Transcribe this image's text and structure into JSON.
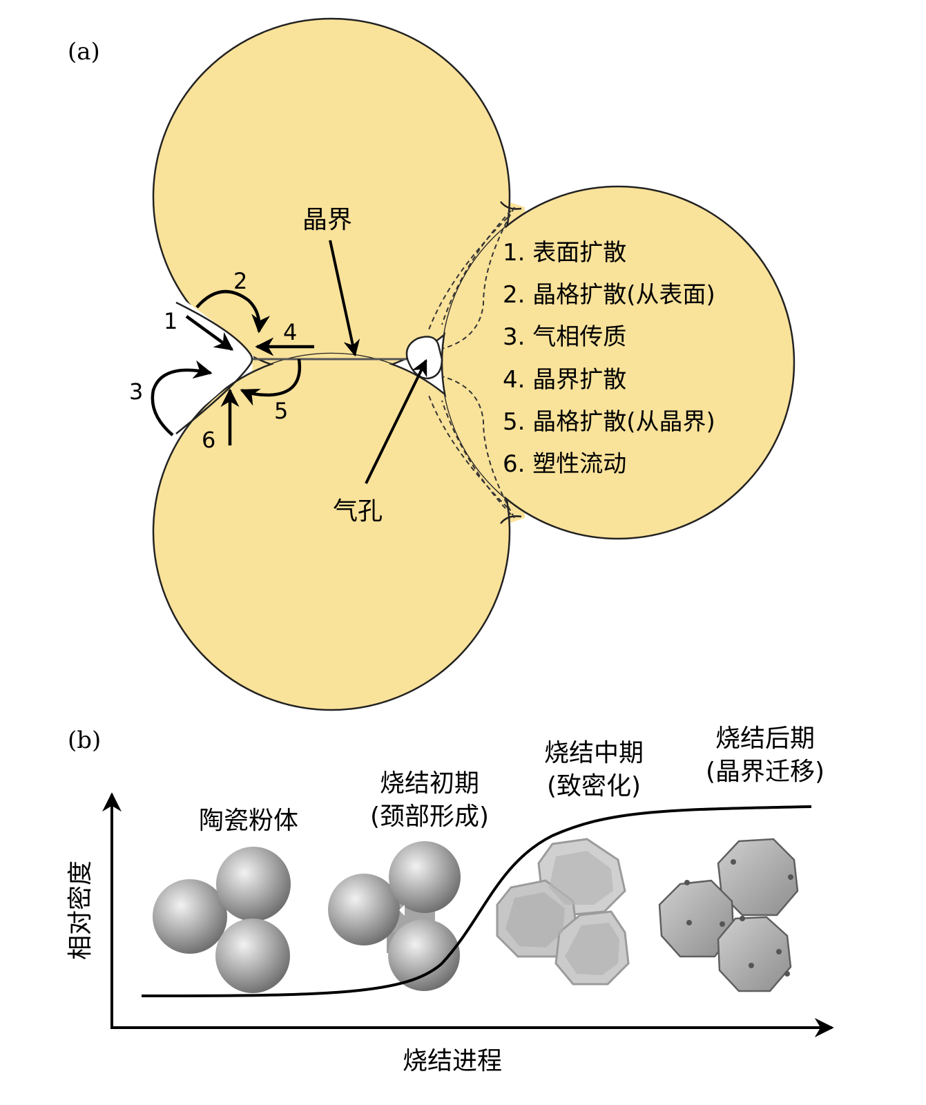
{
  "panel_a": {
    "label": "(a)",
    "grain_boundary_label": "晶界",
    "pore_label": "气孔",
    "arrow_numbers": [
      "1",
      "2",
      "3",
      "4",
      "5",
      "6"
    ],
    "mechanisms": [
      "1. 表面扩散",
      "2. 晶格扩散(从表面)",
      "3. 气相传质",
      "4. 晶界扩散",
      "5. 晶格扩散(从晶界)",
      "6. 塑性流动"
    ],
    "colors": {
      "particle_fill": "#f9e29a",
      "outline": "#222222"
    }
  },
  "panel_b": {
    "label": "(b)",
    "y_axis_label": "相对密度",
    "x_axis_label": "烧结进程",
    "stages": [
      {
        "line1": "陶瓷粉体",
        "line2": ""
      },
      {
        "line1": "烧结初期",
        "line2": "(颈部形成)"
      },
      {
        "line1": "烧结中期",
        "line2": "(致密化)"
      },
      {
        "line1": "烧结后期",
        "line2": "(晶界迁移)"
      }
    ]
  }
}
